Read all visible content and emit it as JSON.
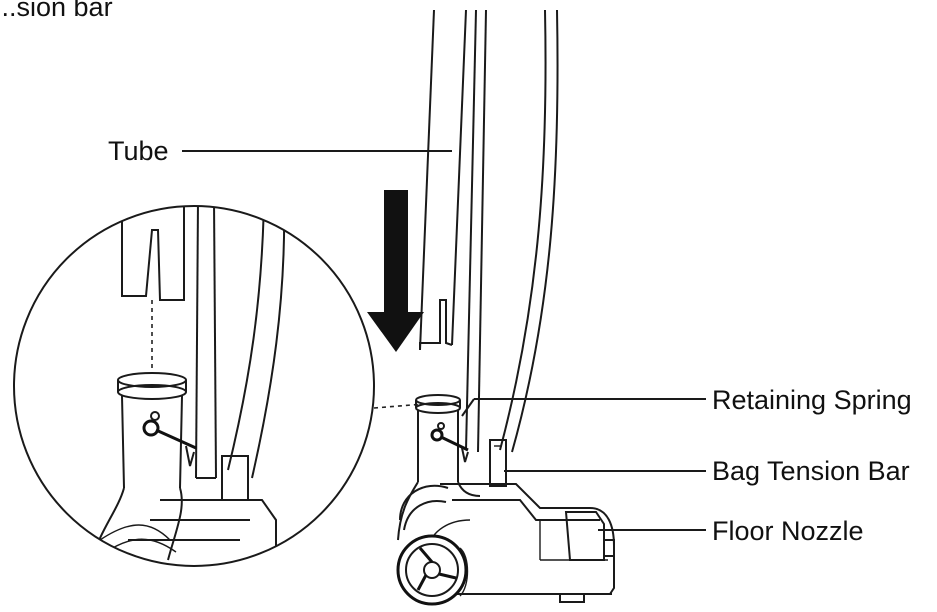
{
  "header": {
    "partial_title": "...sion bar"
  },
  "labels": {
    "tube": "Tube",
    "retaining_spring": "Retaining Spring",
    "bag_tension_bar": "Bag Tension Bar",
    "floor_nozzle": "Floor Nozzle"
  },
  "colors": {
    "ink": "#111111",
    "background": "#ffffff"
  }
}
